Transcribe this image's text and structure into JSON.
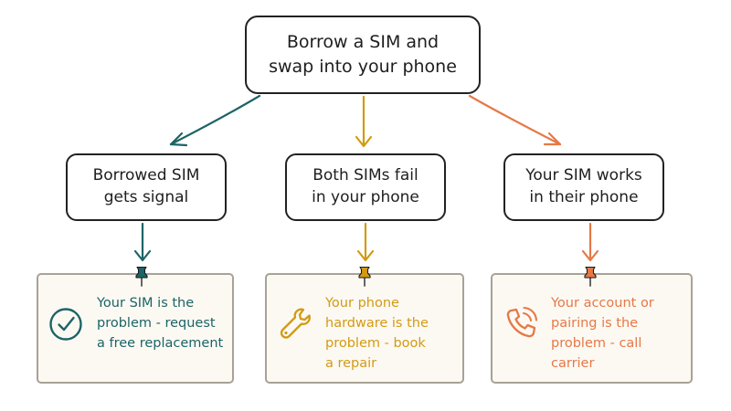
{
  "colors": {
    "teal": "#1c6466",
    "gold": "#d39a12",
    "orange": "#e77845",
    "outline": "#222222",
    "card_bg": "#fcf9f3",
    "card_border": "#a8a296"
  },
  "root": {
    "text": "Borrow a SIM and\nswap into your phone"
  },
  "branches": [
    {
      "text": "Borrowed SIM\ngets signal",
      "color": "#1c6466"
    },
    {
      "text": "Both SIMs fail\nin your phone",
      "color": "#d39a12"
    },
    {
      "text": "Your SIM works\nin their phone",
      "color": "#e77845"
    }
  ],
  "outcomes": [
    {
      "text": "Your SIM is the\nproblem - request\na free replacement",
      "icon": "check-circle-icon",
      "color": "#1c6466"
    },
    {
      "text": "Your phone\nhardware is the\nproblem - book\na repair",
      "icon": "wrench-icon",
      "color": "#d39a12"
    },
    {
      "text": "Your account or\npairing is the\nproblem - call\ncarrier",
      "icon": "phone-ringing-icon",
      "color": "#e77845"
    }
  ]
}
